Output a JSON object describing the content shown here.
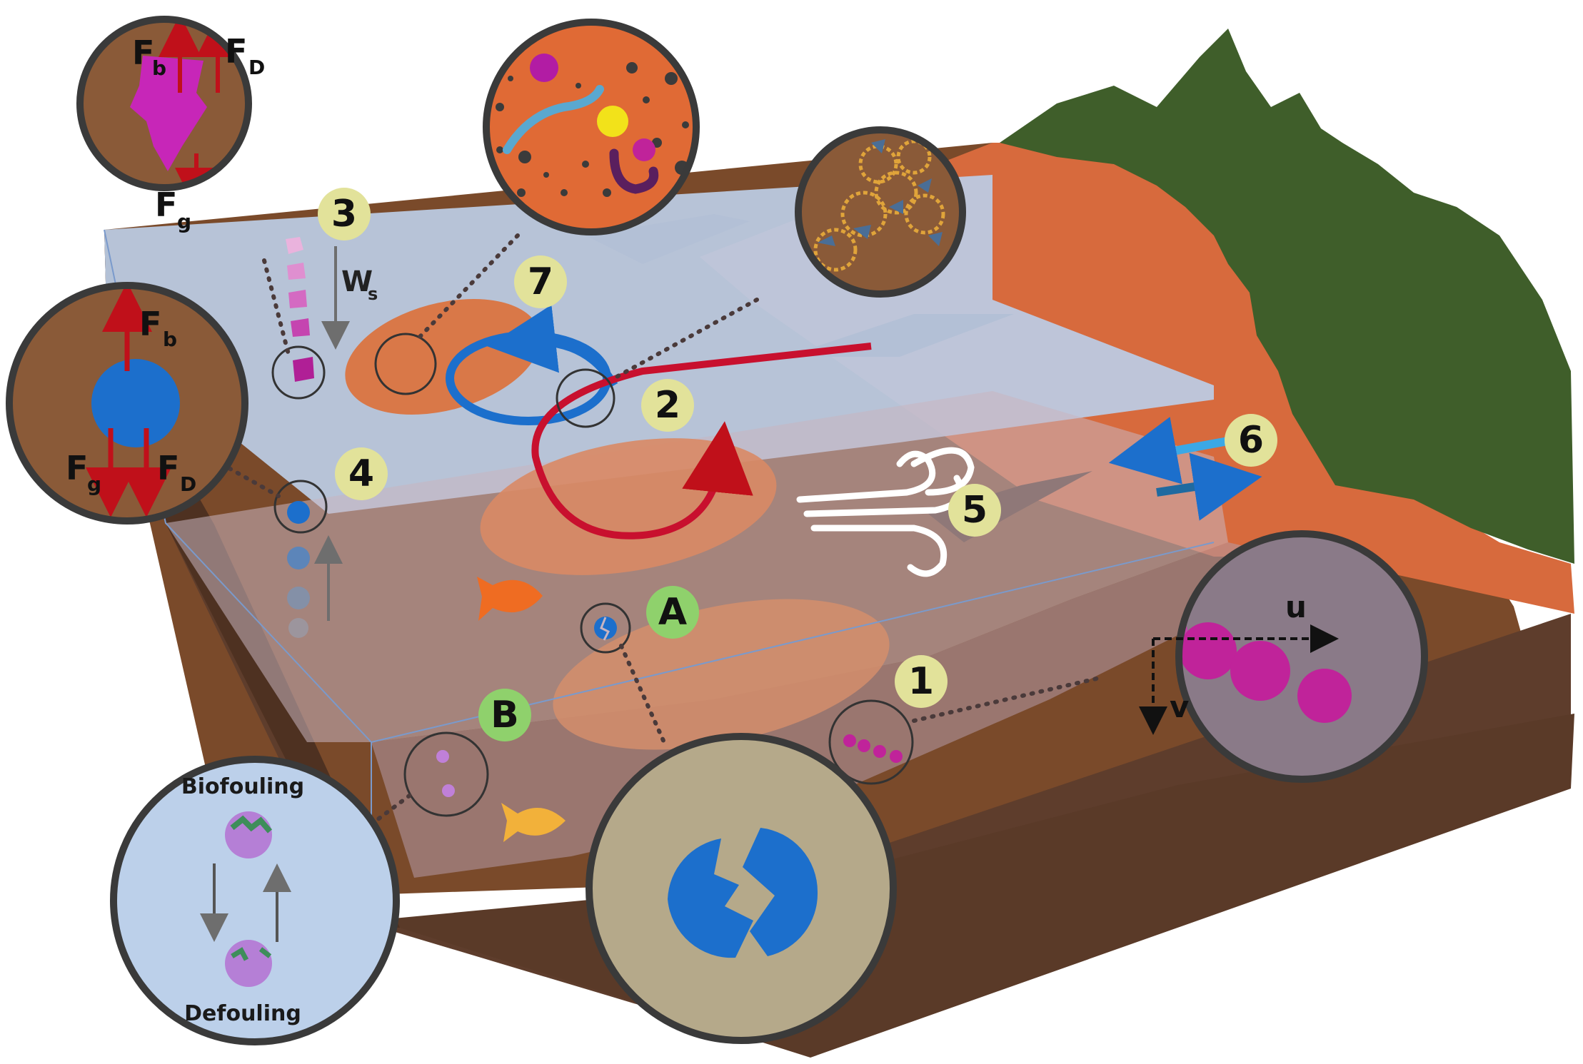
{
  "markers": {
    "n1": "1",
    "n2": "2",
    "n3": "3",
    "n4": "4",
    "n5": "5",
    "n6": "6",
    "n7": "7",
    "a": "A",
    "b": "B"
  },
  "forces": {
    "settling": {
      "buoyancy": "F",
      "buoyancy_sub": "b",
      "drag": "F",
      "drag_sub": "D",
      "gravity": "F",
      "gravity_sub": "g"
    },
    "rising": {
      "buoyancy": "F",
      "buoyancy_sub": "b",
      "drag": "F",
      "drag_sub": "D",
      "gravity": "F",
      "gravity_sub": "g"
    }
  },
  "settling_velocity": {
    "symbol": "W",
    "sub": "s"
  },
  "velocity_axes": {
    "u": "u",
    "v": "v"
  },
  "biofouling_inset": {
    "top": "Biofouling",
    "bottom": "Defouling"
  },
  "icons": {
    "wind": "wind-icon",
    "fish": "fish-icon",
    "fragmentation": "fragmentation-icon"
  },
  "colors": {
    "water": "#b9cce8",
    "sediment": "#7a4a2a",
    "sediment_dark": "#5e3d2c",
    "land": "#d76a3d",
    "forest": "#3f5e2a",
    "marker_yellow": "#e2e29a",
    "marker_green": "#8fd16c",
    "force_arrow": "#c0101a",
    "particle_magenta": "#c0239a",
    "particle_blue": "#1c6fcc",
    "inset_rim": "#3a3a3a"
  }
}
